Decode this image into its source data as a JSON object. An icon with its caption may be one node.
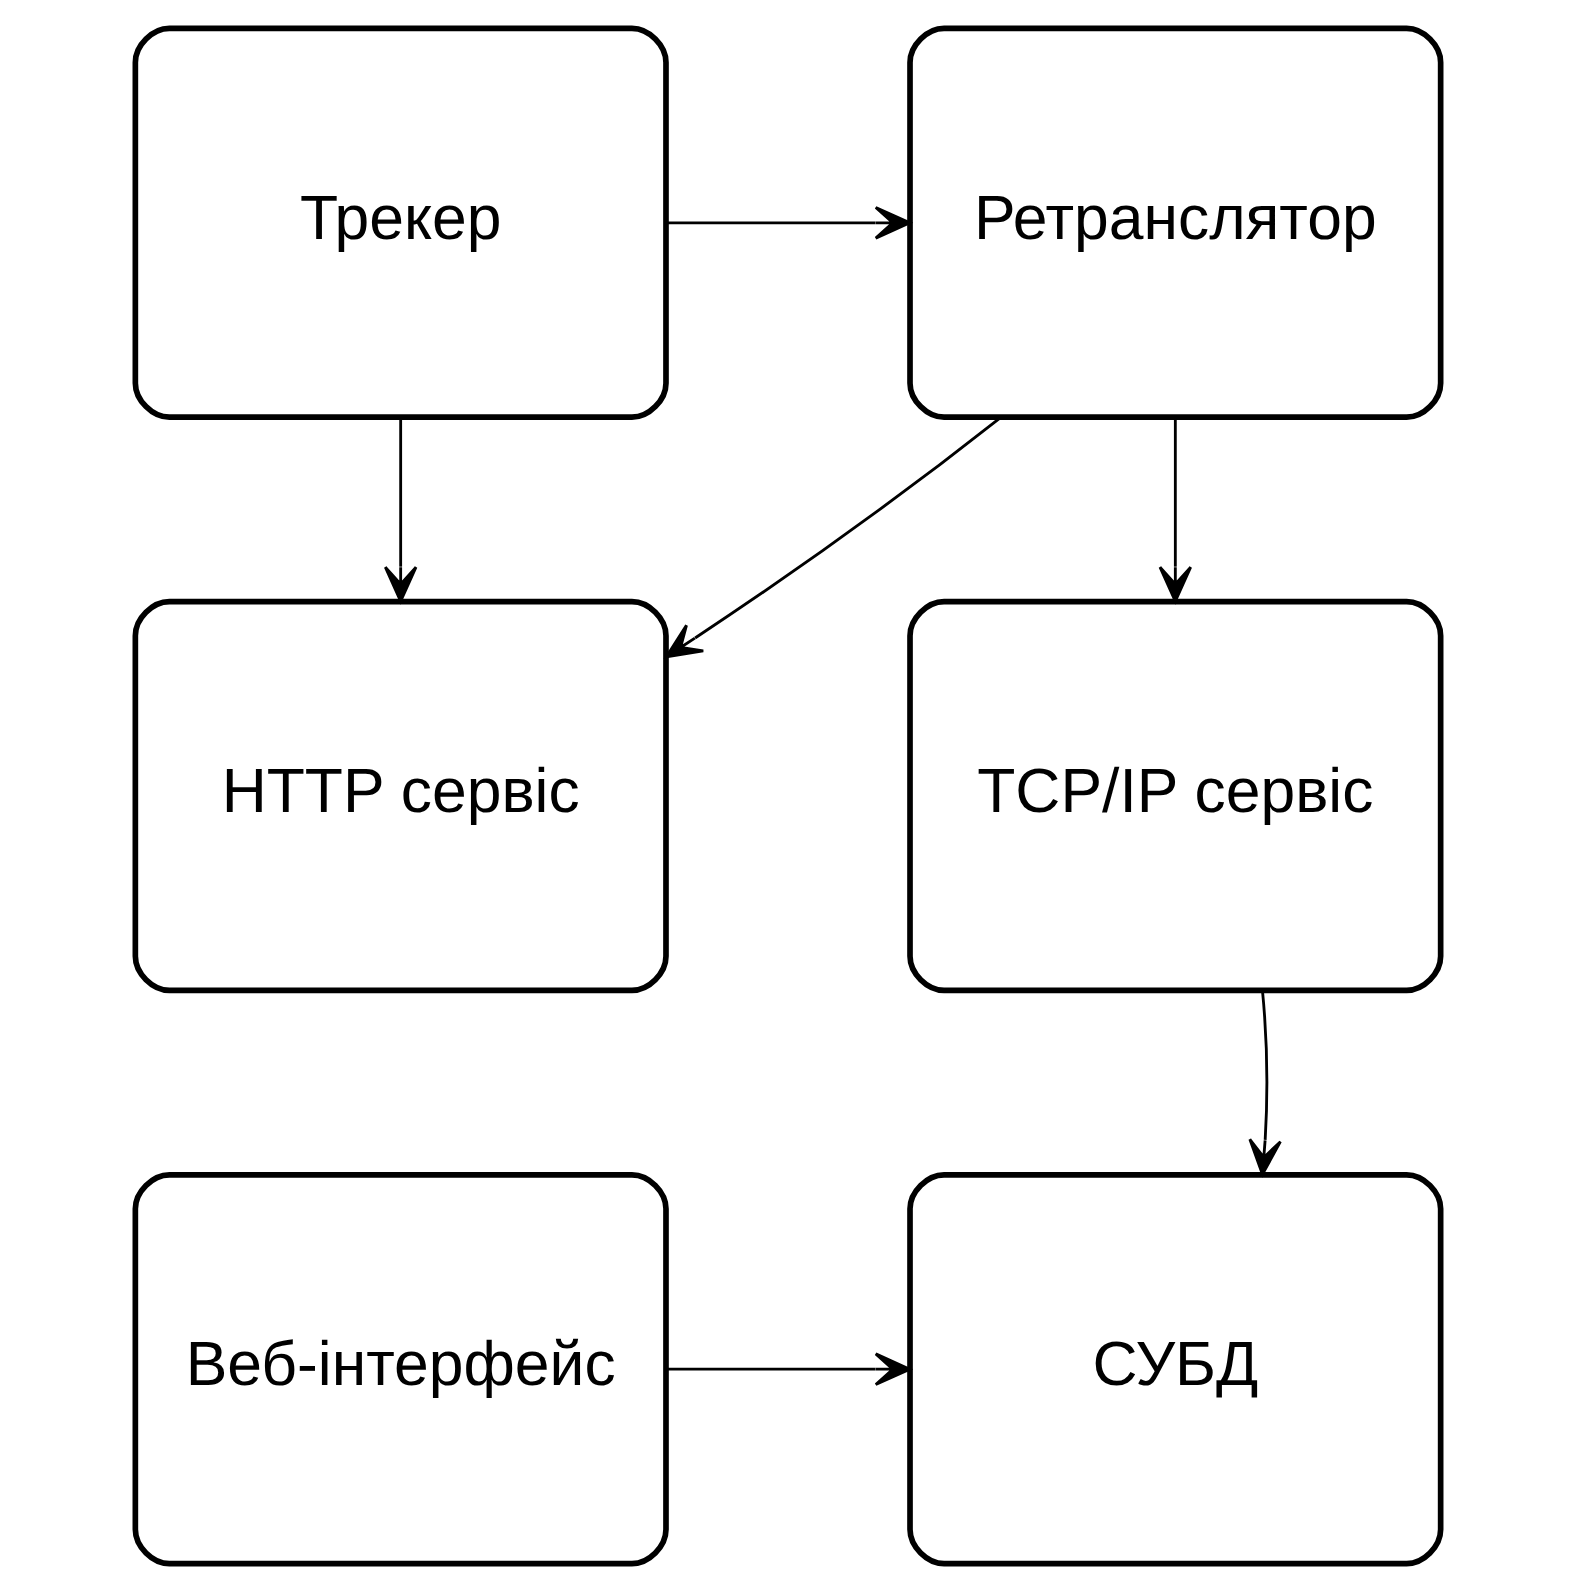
{
  "diagram": {
    "nodes": [
      {
        "text": [
          "Трекер"
        ]
      },
      {
        "text": [
          "Ретранслятор"
        ]
      },
      {
        "text": [
          "TCP/IP сервіс"
        ]
      },
      {
        "text": [
          "HTTP сервіс"
        ]
      },
      {
        "text": [
          "СУБД"
        ]
      },
      {
        "text": [
          "Веб-інтерфейс"
        ]
      }
    ],
    "edges": [
      {
        "from": 0,
        "to": 1,
        "arrow": "to"
      },
      {
        "from": 0,
        "to": 3,
        "arrow": "to"
      },
      {
        "from": 1,
        "to": 2,
        "arrow": "to"
      },
      {
        "from": 1,
        "to": 3,
        "arrow": "to"
      },
      {
        "from": 2,
        "to": 4,
        "arrow": "to"
      },
      {
        "from": 5,
        "to": 4,
        "arrow": "to"
      }
    ]
  }
}
